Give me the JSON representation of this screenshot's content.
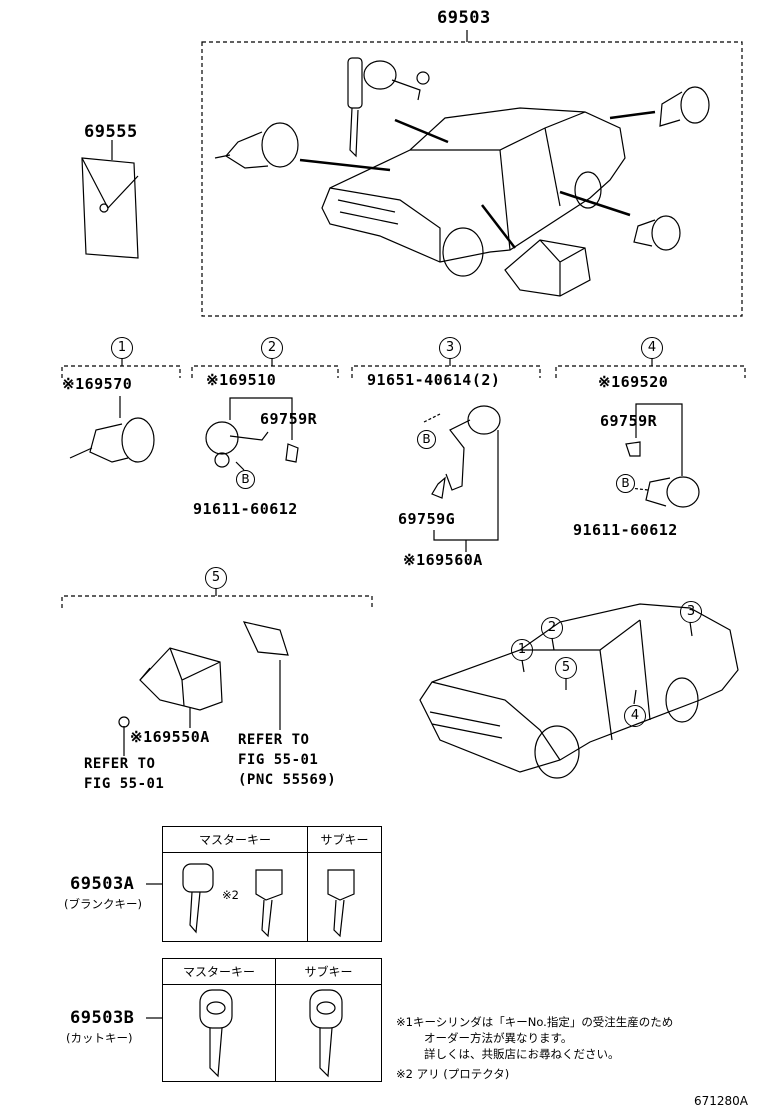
{
  "top": {
    "part_main": "69503",
    "part_left": "69555"
  },
  "groups": [
    {
      "num": "1",
      "part": "※169570"
    },
    {
      "num": "2",
      "part": "※169510",
      "sub1": "69759R",
      "sub2": "91611-60612"
    },
    {
      "num": "3",
      "part": "91651-40614(2)",
      "sub1": "69759G",
      "sub2": "※169560A"
    },
    {
      "num": "4",
      "part": "※169520",
      "sub1": "69759R",
      "sub2": "91611-60612"
    },
    {
      "num": "5",
      "part": "※169550A",
      "ref1_l1": "REFER TO",
      "ref1_l2": "FIG 55-01",
      "ref2_l1": "REFER TO",
      "ref2_l2": "FIG 55-01",
      "ref2_l3": "(PNC 55569)"
    }
  ],
  "car_markers": [
    "1",
    "2",
    "3",
    "4",
    "5"
  ],
  "bolt_marker": "B",
  "keys_a": {
    "part": "69503A",
    "sub": "(ブランクキー)",
    "master_label": "マスターキー",
    "sub_label": "サブキー",
    "note": "※2"
  },
  "keys_b": {
    "part": "69503B",
    "sub": "(カットキー)",
    "master_label": "マスターキー",
    "sub_label": "サブキー"
  },
  "notes": {
    "n1_l1": "※1キーシリンダは「キーNo.指定」の受注生産のため",
    "n1_l2": "オーダー方法が異なります。",
    "n1_l3": "詳しくは、共販店にお尋ねください。",
    "n2": "※2 アリ (プロテクタ)"
  },
  "footer": "671280A"
}
